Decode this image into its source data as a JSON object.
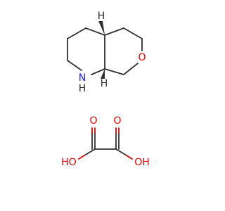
{
  "molecule": {
    "labels": {
      "ring_oxygen": "O",
      "amine_n": "N",
      "amine_h": "H",
      "stereo_h_top": "H",
      "stereo_h_bottom": "H"
    }
  },
  "counterion": {
    "labels": {
      "carbonyl_o_left": "O",
      "carbonyl_o_right": "O",
      "hydroxyl_left": "HO",
      "hydroxyl_right": "OH"
    }
  },
  "colors": {
    "bond": "#303030",
    "oxygen": "#e00000",
    "nitrogen": "#1a1aff"
  }
}
